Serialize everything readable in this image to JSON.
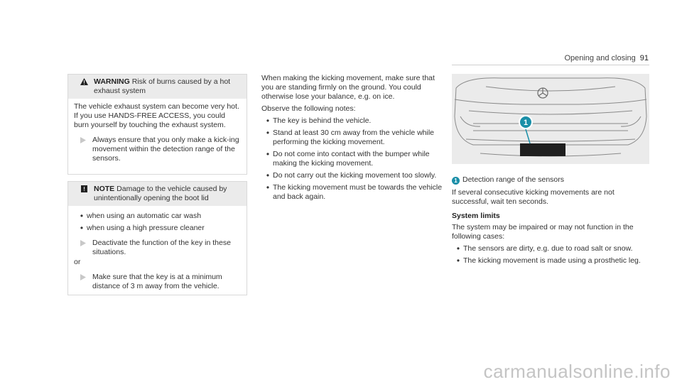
{
  "header": {
    "title": "Opening and closing",
    "page": "91"
  },
  "warning": {
    "keyword": "WARNING",
    "heading": "Risk of burns caused by a hot exhaust system",
    "body": "The vehicle exhaust system can become very hot. If you use HANDS-FREE ACCESS, you could burn yourself by touching the exhaust system.",
    "action": "Always ensure that you only make a kick-ing movement within the detection range of the sensors."
  },
  "note": {
    "keyword": "NOTE",
    "heading": "Damage to the vehicle caused by unintentionally opening the boot lid",
    "bullets": [
      "when using an automatic car wash",
      "when using a high pressure cleaner"
    ],
    "action1": "Deactivate the function of the key in these situations.",
    "or": "or",
    "action2": "Make sure that the key is at a minimum distance of 3 m away from the vehicle."
  },
  "middle": {
    "intro": "When making the kicking movement, make sure that you are standing firmly on the ground. You could otherwise lose your balance, e.g. on ice.",
    "observe": "Observe the following notes:",
    "bullets": [
      "The key is behind the vehicle.",
      "Stand at least 30 cm away from the vehicle while performing the kicking movement.",
      "Do not come into contact with the bumper while making the kicking movement.",
      "Do not carry out the kicking movement too slowly.",
      "The kicking movement must be towards the vehicle and back again."
    ]
  },
  "right": {
    "callout_number": "1",
    "caption": "Detection range of the sensors",
    "para": "If several consecutive kicking movements are not successful, wait ten seconds.",
    "subheading": "System limits",
    "limits_intro": "The system may be impaired or may not function in the following cases:",
    "bullets": [
      "The sensors are dirty, e.g. due to road salt or snow.",
      "The kicking movement is made using a prosthetic leg."
    ]
  },
  "watermark": "carmanualsonline.info",
  "colors": {
    "accent": "#1a8fa8",
    "panel": "#ebebeb",
    "triangle": "#c8c8c8"
  }
}
